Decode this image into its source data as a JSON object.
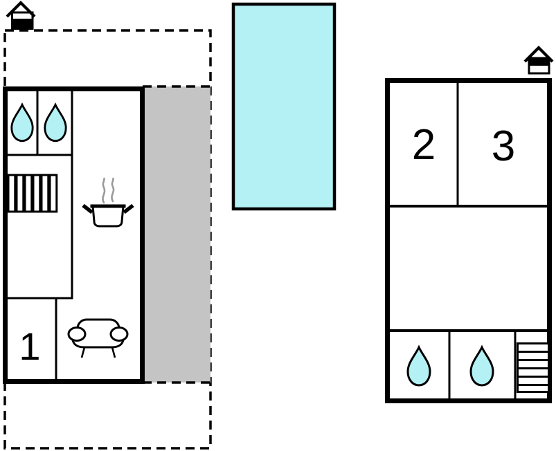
{
  "plan": {
    "rooms": {
      "room1": {
        "label": "1"
      },
      "room2": {
        "label": "2"
      },
      "room3": {
        "label": "3"
      }
    },
    "colors": {
      "water": "#b3f1f5",
      "terrace": "#e9e9e9",
      "patio": "#c4c4c4",
      "wall": "#000000",
      "steam": "#9a9a9a"
    },
    "icons": {
      "shower": "water-drop",
      "kitchen": "cooking-pot",
      "living_room": "sofa",
      "heating": "radiator",
      "stairs": "stairs",
      "ground_floor_entrance": "house-lower-half-filled",
      "upper_floor_entrance": "house-upper-half-filled"
    }
  }
}
